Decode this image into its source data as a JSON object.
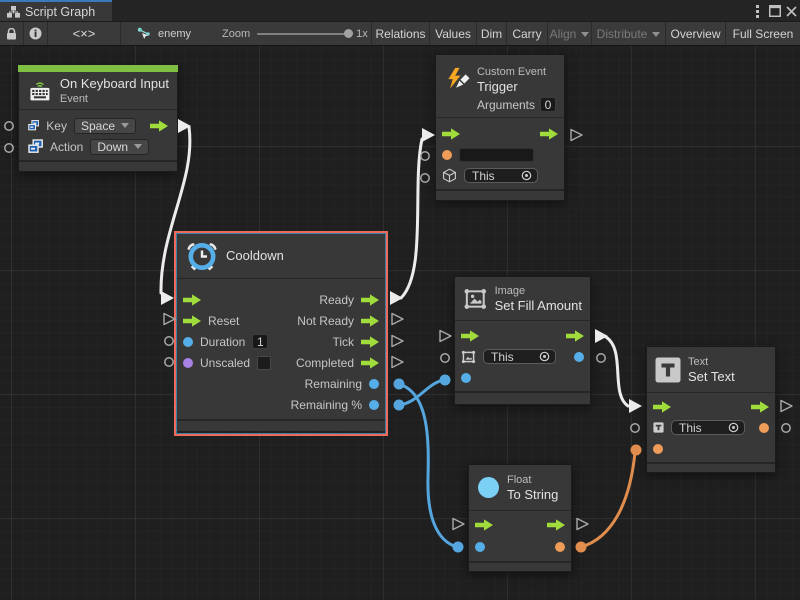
{
  "window": {
    "tab_title": "Script Graph",
    "controls": {
      "menu": "kebab-menu",
      "maximize": "maximize",
      "close": "close"
    }
  },
  "toolbar": {
    "graph_name": "enemy",
    "zoom_label": "Zoom",
    "zoom_value": "1x",
    "code_icon_glyph": "<×>",
    "buttons": [
      {
        "label": "Relations",
        "enabled": true
      },
      {
        "label": "Values",
        "enabled": true
      },
      {
        "label": "Dim",
        "enabled": true
      },
      {
        "label": "Carry",
        "enabled": true
      },
      {
        "label": "Align",
        "enabled": false,
        "dropdown": true
      },
      {
        "label": "Distribute",
        "enabled": false,
        "dropdown": true
      },
      {
        "label": "Overview",
        "enabled": true
      },
      {
        "label": "Full Screen",
        "enabled": true
      }
    ]
  },
  "colors": {
    "accent_blue_tab": "#3a79bb",
    "event_green": "#7fc043",
    "flow_green": "#a0dc3c",
    "value_blue": "#56aee8",
    "value_purple": "#a983e4",
    "value_orange": "#ee9c58",
    "wire_white": "#ececec",
    "wire_blue": "#55a6de",
    "wire_orange": "#e08d4e",
    "selection_red": "#ee6a5a",
    "node_bg": "#383838",
    "canvas_bg": "#1f1f1f"
  },
  "nodes": {
    "on_keyboard_input": {
      "title": "On Keyboard Input",
      "subtitle": "Event",
      "rows": [
        {
          "label": "Key",
          "value": "Space"
        },
        {
          "label": "Action",
          "value": "Down"
        }
      ]
    },
    "custom_event_trigger": {
      "kind": "Custom Event",
      "title": "Trigger",
      "arguments_label": "Arguments",
      "arguments_value": "0",
      "name_value": "",
      "target_value": "This"
    },
    "cooldown": {
      "title": "Cooldown",
      "selected": true,
      "duration_value": "1",
      "left_ports": [
        {
          "label": ""
        },
        {
          "label": "Reset"
        },
        {
          "label": "Duration"
        },
        {
          "label": "Unscaled"
        }
      ],
      "right_ports": [
        {
          "label": "Ready"
        },
        {
          "label": "Not Ready"
        },
        {
          "label": "Tick"
        },
        {
          "label": "Completed"
        },
        {
          "label": "Remaining"
        },
        {
          "label": "Remaining %"
        }
      ]
    },
    "image_set_fill_amount": {
      "kind": "Image",
      "title": "Set Fill Amount",
      "target_value": "This"
    },
    "text_set_text": {
      "kind": "Text",
      "title": "Set Text",
      "target_value": "This"
    },
    "float_to_string": {
      "kind": "Float",
      "title": "To String"
    }
  }
}
